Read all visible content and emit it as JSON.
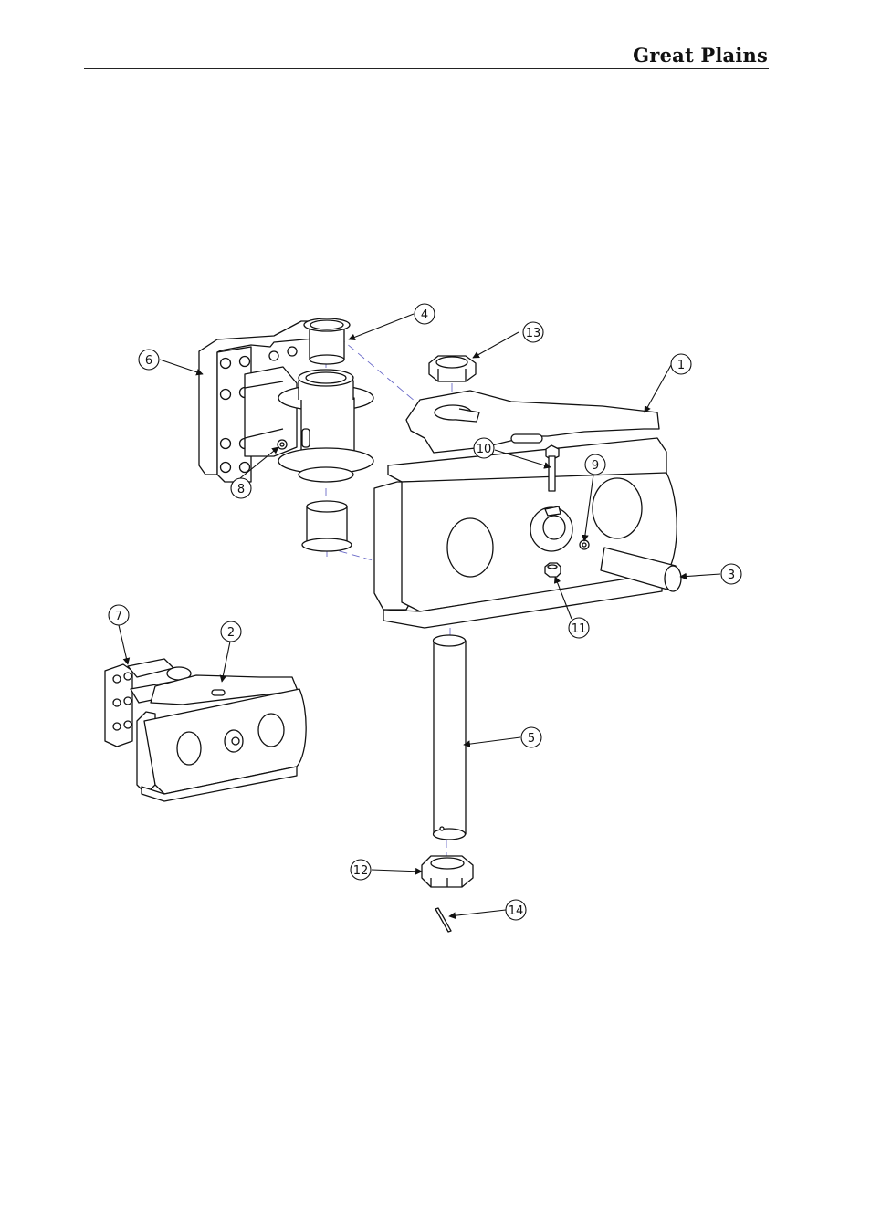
{
  "header": {
    "brand": "Great Plains"
  },
  "diagram": {
    "callouts": [
      {
        "id": "callout-1",
        "label": "1"
      },
      {
        "id": "callout-2",
        "label": "2"
      },
      {
        "id": "callout-3",
        "label": "3"
      },
      {
        "id": "callout-4",
        "label": "4"
      },
      {
        "id": "callout-5",
        "label": "5"
      },
      {
        "id": "callout-6",
        "label": "6"
      },
      {
        "id": "callout-7",
        "label": "7"
      },
      {
        "id": "callout-8",
        "label": "8"
      },
      {
        "id": "callout-9",
        "label": "9"
      },
      {
        "id": "callout-10",
        "label": "10"
      },
      {
        "id": "callout-11",
        "label": "11"
      },
      {
        "id": "callout-12",
        "label": "12"
      },
      {
        "id": "callout-13",
        "label": "13"
      },
      {
        "id": "callout-14",
        "label": "14"
      }
    ]
  }
}
